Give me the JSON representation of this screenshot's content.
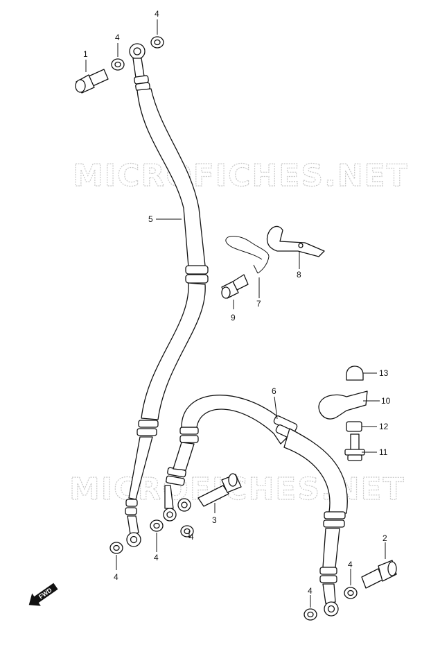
{
  "watermark": "MICROFICHES.NET",
  "fwd_label": "FWD",
  "callouts": {
    "c1": "1",
    "c2": "2",
    "c3": "3",
    "c4a": "4",
    "c4b": "4",
    "c4c": "4",
    "c4d": "4",
    "c4e": "4",
    "c4f": "4",
    "c4g": "4",
    "c5": "5",
    "c6": "6",
    "c7": "7",
    "c8": "8",
    "c9": "9",
    "c10": "10",
    "c11": "11",
    "c12": "12",
    "c13": "13"
  }
}
